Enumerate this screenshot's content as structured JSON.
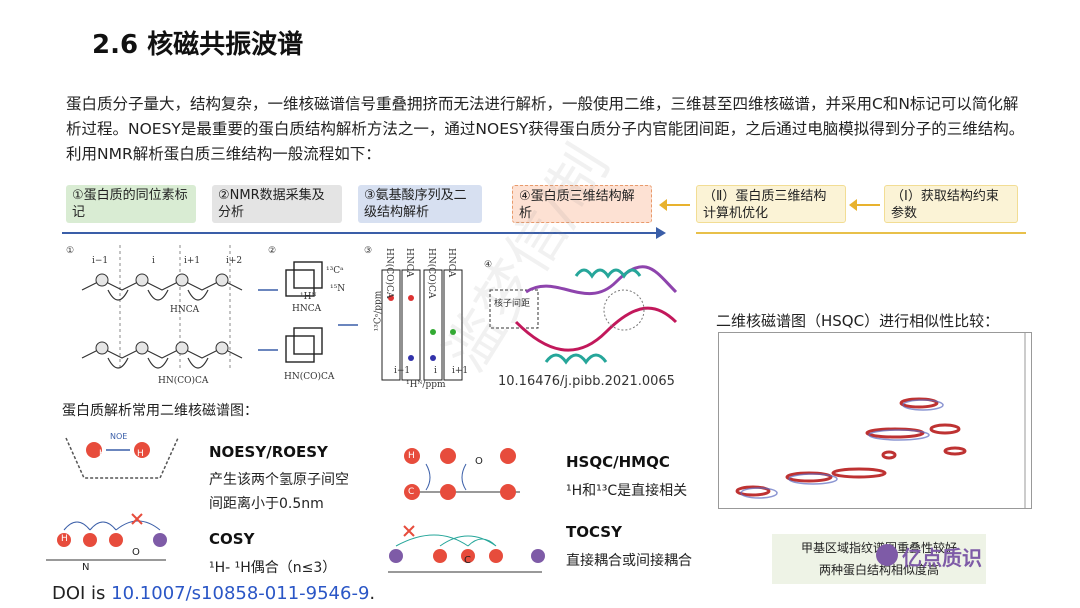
{
  "title": "2.6 核磁共振波谱",
  "intro": "蛋白质分子量大，结构复杂，一维核磁谱信号重叠拥挤而无法进行解析，一般使用二维，三维甚至四维核磁谱，并采用C和N标记可以简化解析过程。NOESY是最重要的蛋白质结构解析方法之一，通过NOESY获得蛋白质分子内官能团间距，之后通过电脑模拟得到分子的三维结构。利用NMR解析蛋白质三维结构一般流程如下：",
  "flow": {
    "step1": "①蛋白质的同位素标记",
    "step2": "②NMR数据采集及分析",
    "step3": "③氨基酸序列及二级结构解析",
    "step4": "④蛋白质三维结构解析",
    "stepII": "（Ⅱ）蛋白质三维结构计算机优化",
    "stepI": "（Ⅰ）获取结构约束参数",
    "colors": {
      "step1": "#d9ecd3",
      "step2": "#e4e4e4",
      "step3": "#d7e0f1",
      "step4": "#fde1d3",
      "right": "#fbf3d6"
    }
  },
  "figure": {
    "circle1": "①",
    "circle2": "②",
    "circle3": "③",
    "circle4": "④",
    "res_im1": "i−1",
    "res_i": "i",
    "res_ip1": "i+1",
    "res_ip2": "i+2",
    "hnca": "HNCA",
    "hncoca": "HN(CO)CA",
    "hnca_box": "HNCA",
    "hncoca_box": "HN(CO)CA",
    "c13": "¹³Cᵃ",
    "n15": "¹⁵N",
    "h1": "¹Hᴺ",
    "c13_axis": "¹³Cᵃ/ppm",
    "h1_axis": "¹Hᴺ/ppm",
    "strip_labels": [
      "HN(CO)CA",
      "HNCA",
      "HN(CO)CA",
      "HNCA"
    ],
    "strip_bottom": [
      "i−1",
      "i",
      "i+1"
    ],
    "zoom_label": "核子间距",
    "doi": "10.16476/j.pibb.2021.0065"
  },
  "common_heading": "蛋白质解析常用二维核磁谱图：",
  "noesy": {
    "title": "NOESY/ROESY",
    "desc1": "产生该两个氢原子间空",
    "desc2": "间距离小于0.5nm",
    "noe_label": "NOE"
  },
  "cosy": {
    "title": "COSY",
    "desc": "¹H- ¹H偶合（n≤3）"
  },
  "hsqc": {
    "title": "HSQC/HMQC",
    "desc": "¹H和¹³C是直接相关"
  },
  "tocsy": {
    "title": "TOCSY",
    "desc": "直接耦合或间接耦合"
  },
  "atoms": {
    "H": "H",
    "C": "C",
    "N": "N",
    "O": "O"
  },
  "doi_prefix": "DOI is ",
  "doi_link": "10.1007/s10858-011-9546-9",
  "doi_suffix": ".",
  "hsqc_compare_heading": "二维核磁谱图（HSQC）进行相似性比较：",
  "hsqc_caption1": "甲基区域指纹谱图重叠性较好",
  "hsqc_caption2": "两种蛋白结构相似度高",
  "brand": "亿点质识",
  "watermark": "滥梦信/制"
}
